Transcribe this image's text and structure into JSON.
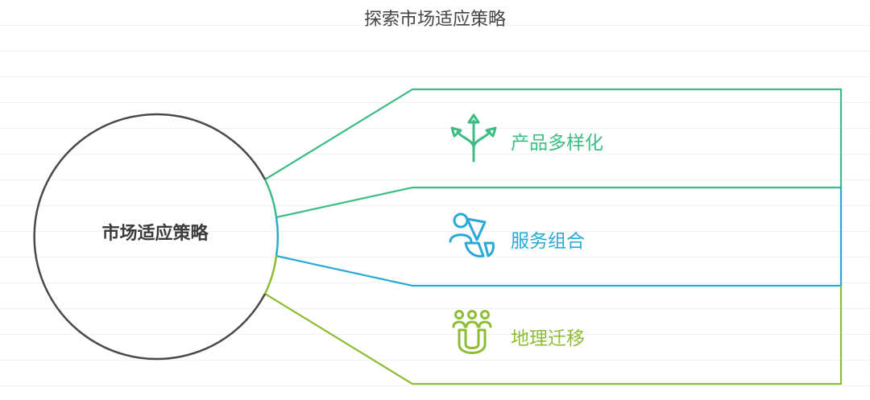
{
  "title": "探索市场适应策略",
  "center": {
    "label": "市场适应策略"
  },
  "branches": [
    {
      "label": "产品多样化",
      "icon": "diverging-arrows-icon",
      "color": "#3dbd84"
    },
    {
      "label": "服务组合",
      "icon": "user-pie-chart-icon",
      "color": "#2aa8d6"
    },
    {
      "label": "地理迁移",
      "icon": "magnet-people-icon",
      "color": "#8fbc35"
    }
  ],
  "colors": {
    "circle_stroke": "#4a4a4a",
    "title_text": "#444444",
    "center_text": "#3a3a3a"
  }
}
